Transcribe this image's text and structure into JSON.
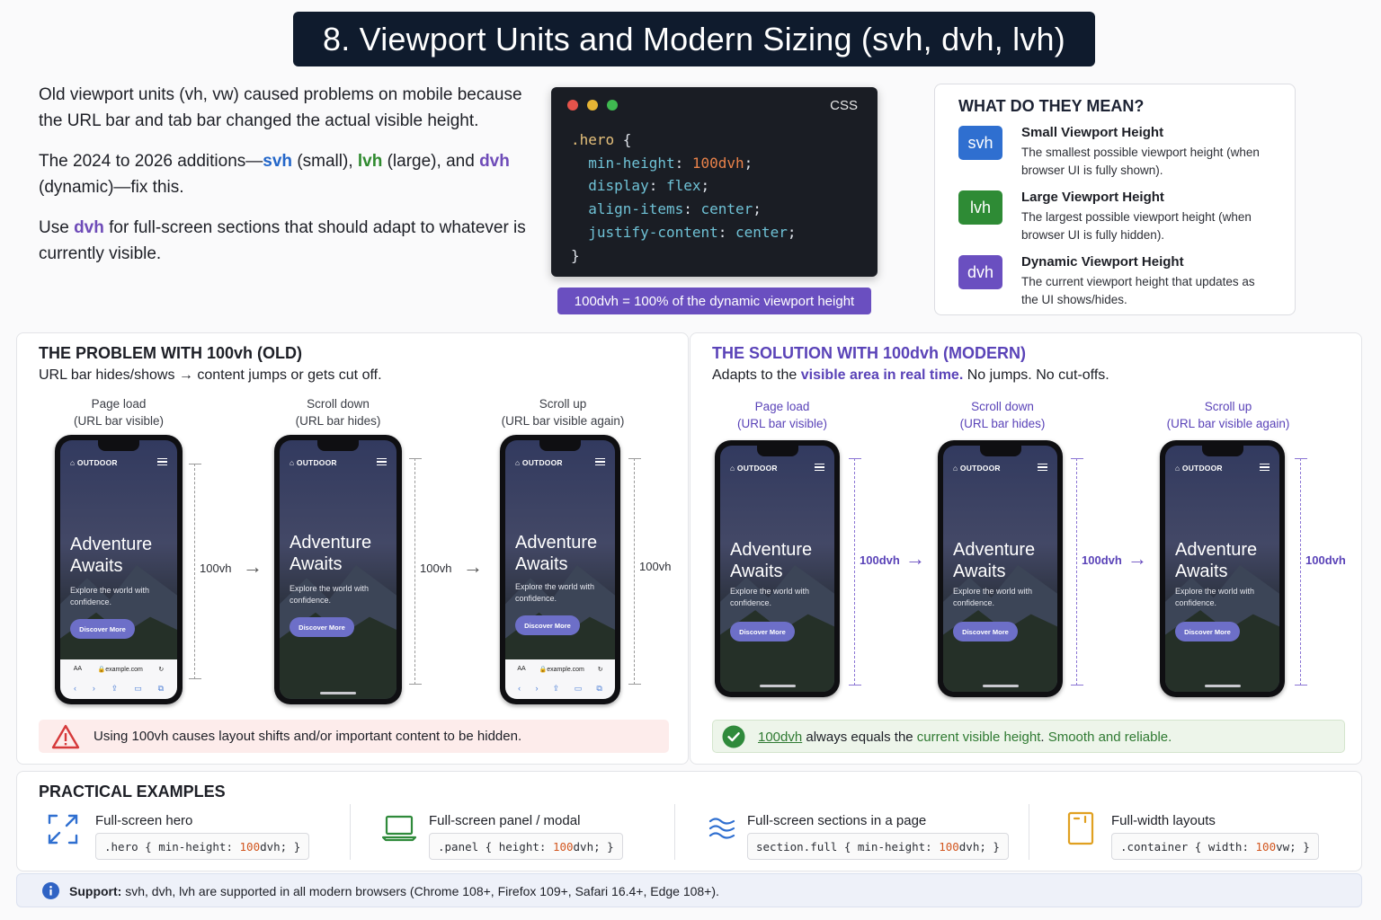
{
  "title": "8. Viewport Units and Modern Sizing (svh, dvh, lvh)",
  "intro": {
    "p1": "Old viewport units (vh, vw) caused problems on mobile because the URL bar and tab bar changed the actual visible height.",
    "p2_before": "The 2024 to 2026 additions—",
    "p2_svh": "svh",
    "p2_svh_note": " (small), ",
    "p2_lvh": "lvh",
    "p2_lvh_note": " (large), and ",
    "p2_dvh": "dvh",
    "p2_after": " (dynamic)—fix this.",
    "p3_before": "Use ",
    "p3_dvh": "dvh",
    "p3_after": " for full-screen sections that should adapt to whatever is currently visible."
  },
  "code_card": {
    "lang": "CSS",
    "selector": ".hero",
    "open": " {",
    "close": "}",
    "lines": [
      {
        "prop": "min-height",
        "value": "100dvh",
        "highlight": true
      },
      {
        "prop": "display",
        "value": "flex",
        "highlight": false
      },
      {
        "prop": "align-items",
        "value": "center",
        "highlight": false
      },
      {
        "prop": "justify-content",
        "value": "center",
        "highlight": false
      }
    ],
    "caption": "100dvh = 100% of the dynamic viewport height",
    "dot_colors": [
      "#e5534b",
      "#e6b434",
      "#3fb950"
    ]
  },
  "legend": {
    "heading": "WHAT DO THEY MEAN?",
    "items": [
      {
        "badge": "svh",
        "name": "Small Viewport Height",
        "desc": "The smallest possible viewport height (when browser UI is fully shown).",
        "color": "#2f6fd0"
      },
      {
        "badge": "lvh",
        "name": "Large Viewport Height",
        "desc": "The largest possible viewport height (when browser UI is fully hidden).",
        "color": "#2e8b35"
      },
      {
        "badge": "dvh",
        "name": "Dynamic Viewport Height",
        "desc": "The current viewport height that updates as the UI shows/hides.",
        "color": "#6a4fc0"
      }
    ]
  },
  "problem": {
    "heading": "THE PROBLEM WITH 100vh (OLD)",
    "subtitle": "URL bar hides/shows → content jumps or gets cut off.",
    "measure_label": "100vh",
    "warning": "Using 100vh causes layout shifts and/or important content to be hidden.",
    "phones": [
      {
        "cap1": "Page load",
        "cap2": "(URL bar visible)",
        "url_bar": true
      },
      {
        "cap1": "Scroll down",
        "cap2": "(URL bar hides)",
        "url_bar": false
      },
      {
        "cap1": "Scroll up",
        "cap2": "(URL bar visible again)",
        "url_bar": true
      }
    ]
  },
  "solution": {
    "heading": "THE SOLUTION WITH 100dvh (MODERN)",
    "subtitle_before": "Adapts to the ",
    "subtitle_highlight": "visible area in real time.",
    "subtitle_after": " No jumps. No cut-offs.",
    "measure_label": "100dvh",
    "ok_link": "100dvh",
    "ok_mid": " always equals the ",
    "ok_green1": "current visible height",
    "ok_mid2": ". ",
    "ok_green2": "Smooth and reliable.",
    "phones": [
      {
        "cap1": "Page load",
        "cap2": "(URL bar visible)"
      },
      {
        "cap1": "Scroll down",
        "cap2": "(URL bar hides)"
      },
      {
        "cap1": "Scroll up",
        "cap2": "(URL bar visible again)"
      }
    ]
  },
  "phone_ui": {
    "brand": "OUTDOOR",
    "headline1": "Adventure",
    "headline2": "Awaits",
    "body": "Explore the world with confidence.",
    "button": "Discover More",
    "url_aa": "AA",
    "url": "example.com",
    "url_reload": "↻"
  },
  "examples": {
    "heading": "PRACTICAL EXAMPLES",
    "items": [
      {
        "icon": "expand-icon",
        "name": "Full-screen hero",
        "code_pre": ".hero { min-height: ",
        "num": "100",
        "code_post": "dvh; }"
      },
      {
        "icon": "laptop-icon",
        "name": "Full-screen panel / modal",
        "code_pre": ".panel { height: ",
        "num": "100",
        "code_post": "dvh; }"
      },
      {
        "icon": "waves-icon",
        "name": "Full-screen sections in a page",
        "code_pre": "section.full { min-height: ",
        "num": "100",
        "code_post": "dvh; }"
      },
      {
        "icon": "width-icon",
        "name": "Full-width layouts",
        "code_pre": ".container { width: ",
        "num": "100",
        "code_post": "vw; }"
      }
    ]
  },
  "support": {
    "label": "Support:",
    "text": " svh, dvh, lvh are supported in all modern browsers (Chrome 108+, Firefox 109+, Safari 16.4+, Edge 108+)."
  }
}
